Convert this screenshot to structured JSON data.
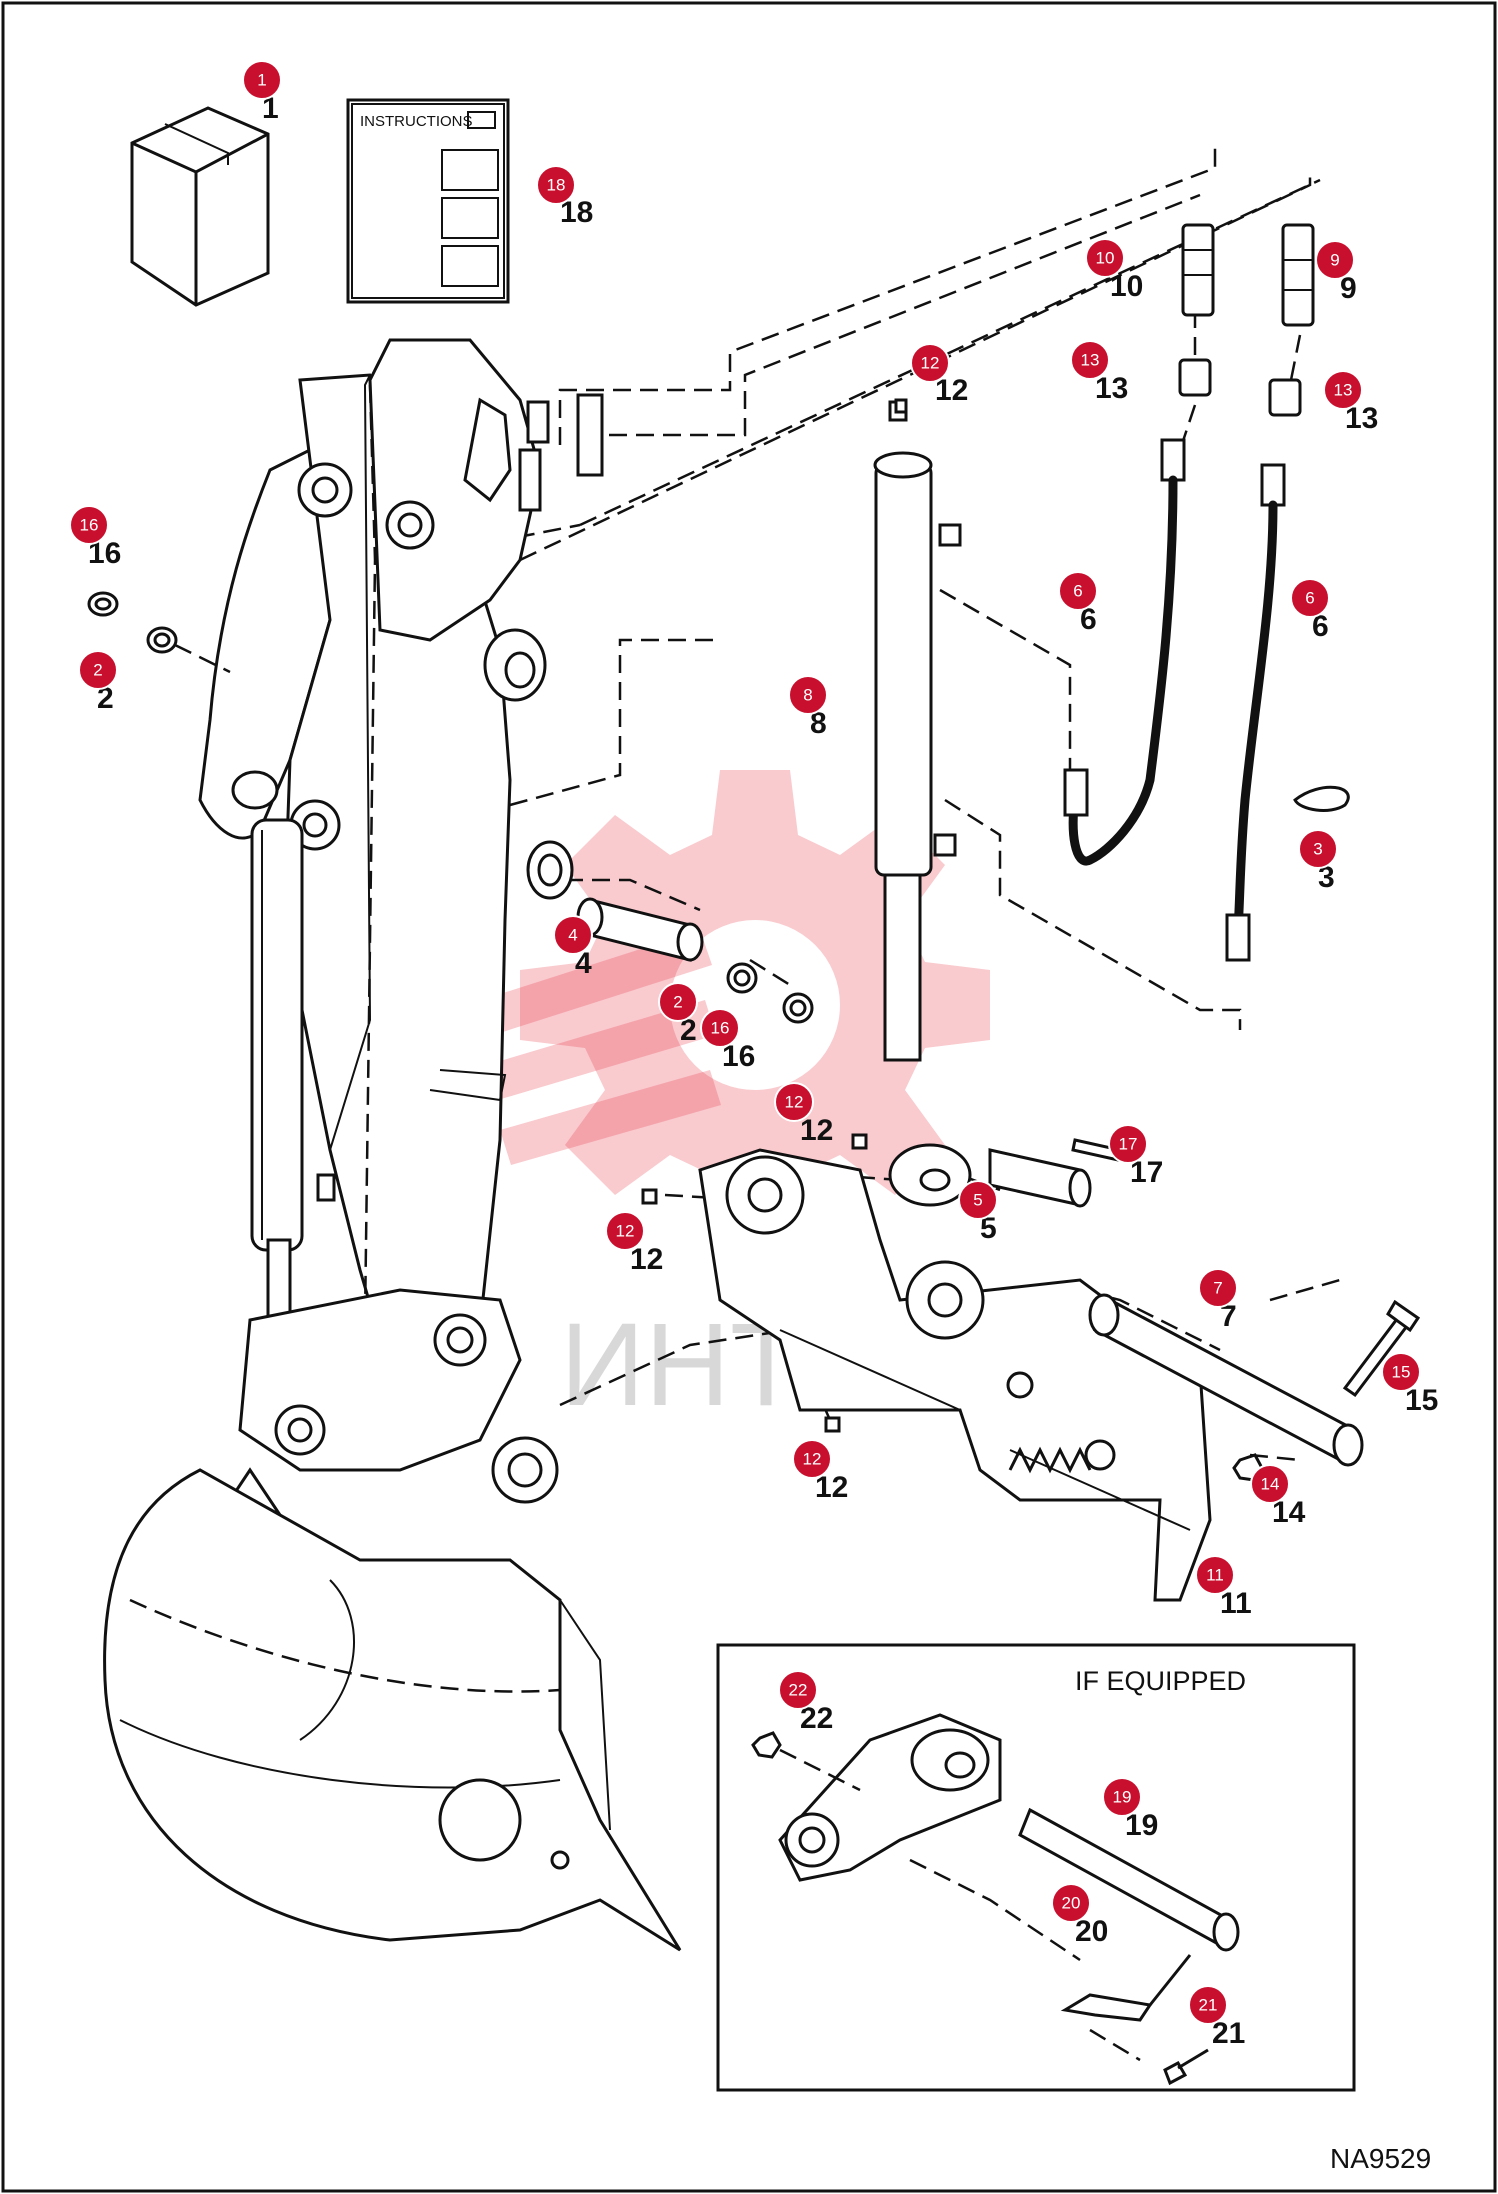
{
  "instructions_label": "INSTRUCTIONS",
  "watermark_text": "ИНТЕХ",
  "inset_title": "IF EQUIPPED",
  "figure_code": "NA9529",
  "callouts": [
    {
      "num": "1",
      "label": "1"
    },
    {
      "num": "18",
      "label": "18"
    },
    {
      "num": "10",
      "label": "10"
    },
    {
      "num": "9",
      "label": "9"
    },
    {
      "num": "12",
      "label": "12"
    },
    {
      "num": "13",
      "label": "13"
    },
    {
      "num": "13",
      "label": "13"
    },
    {
      "num": "16",
      "label": "16"
    },
    {
      "num": "2",
      "label": "2"
    },
    {
      "num": "6",
      "label": "6"
    },
    {
      "num": "6",
      "label": "6"
    },
    {
      "num": "8",
      "label": "8"
    },
    {
      "num": "3",
      "label": "3"
    },
    {
      "num": "4",
      "label": "4"
    },
    {
      "num": "2",
      "label": "2"
    },
    {
      "num": "16",
      "label": "16"
    },
    {
      "num": "12",
      "label": "12"
    },
    {
      "num": "17",
      "label": "17"
    },
    {
      "num": "5",
      "label": "5"
    },
    {
      "num": "12",
      "label": "12"
    },
    {
      "num": "7",
      "label": "7"
    },
    {
      "num": "15",
      "label": "15"
    },
    {
      "num": "12",
      "label": "12"
    },
    {
      "num": "14",
      "label": "14"
    },
    {
      "num": "11",
      "label": "11"
    },
    {
      "num": "22",
      "label": "22"
    },
    {
      "num": "19",
      "label": "19"
    },
    {
      "num": "20",
      "label": "20"
    },
    {
      "num": "21",
      "label": "21"
    }
  ]
}
